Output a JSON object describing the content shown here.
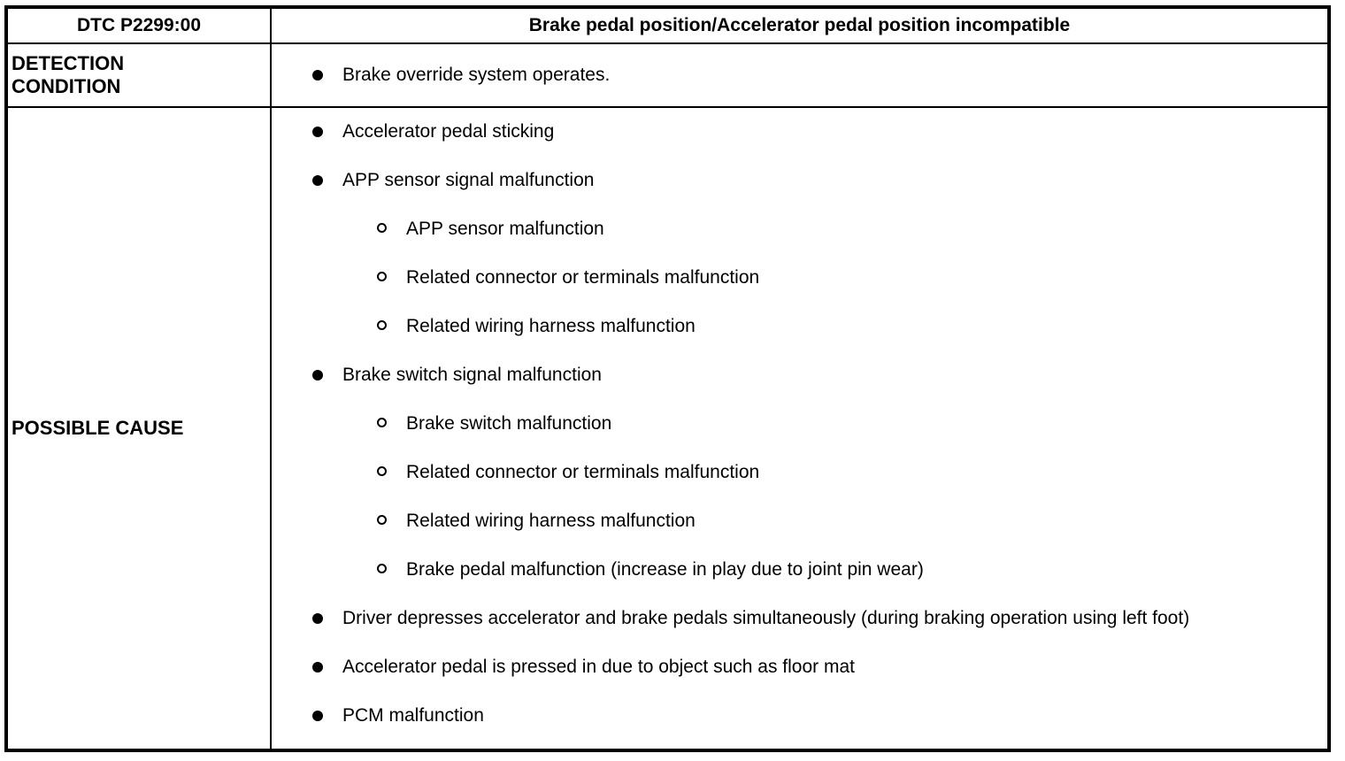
{
  "header": {
    "dtc_code": "DTC P2299:00",
    "title": "Brake pedal position/Accelerator pedal position incompatible"
  },
  "detection_condition": {
    "label": "DETECTION CONDITION",
    "items": [
      {
        "level": 1,
        "text": "Brake override system operates."
      }
    ]
  },
  "possible_cause": {
    "label": "POSSIBLE CAUSE",
    "items": [
      {
        "level": 1,
        "text": "Accelerator pedal sticking"
      },
      {
        "level": 1,
        "text": "APP sensor signal malfunction"
      },
      {
        "level": 2,
        "text": "APP sensor malfunction"
      },
      {
        "level": 2,
        "text": "Related connector or terminals malfunction"
      },
      {
        "level": 2,
        "text": "Related wiring harness malfunction"
      },
      {
        "level": 1,
        "text": "Brake switch signal malfunction"
      },
      {
        "level": 2,
        "text": "Brake switch malfunction"
      },
      {
        "level": 2,
        "text": "Related connector or terminals malfunction"
      },
      {
        "level": 2,
        "text": "Related wiring harness malfunction"
      },
      {
        "level": 2,
        "text": "Brake pedal malfunction (increase in play due to joint pin wear)"
      },
      {
        "level": 1,
        "text": "Driver depresses accelerator and brake pedals simultaneously (during braking operation using left foot)"
      },
      {
        "level": 1,
        "text": "Accelerator pedal is pressed in due to object such as floor mat"
      },
      {
        "level": 1,
        "text": "PCM malfunction"
      }
    ]
  },
  "icons": {
    "level1_bullet": "filled-circle",
    "level2_bullet": "open-circle"
  },
  "colors": {
    "text": "#000000",
    "background": "#ffffff",
    "border": "#000000"
  }
}
